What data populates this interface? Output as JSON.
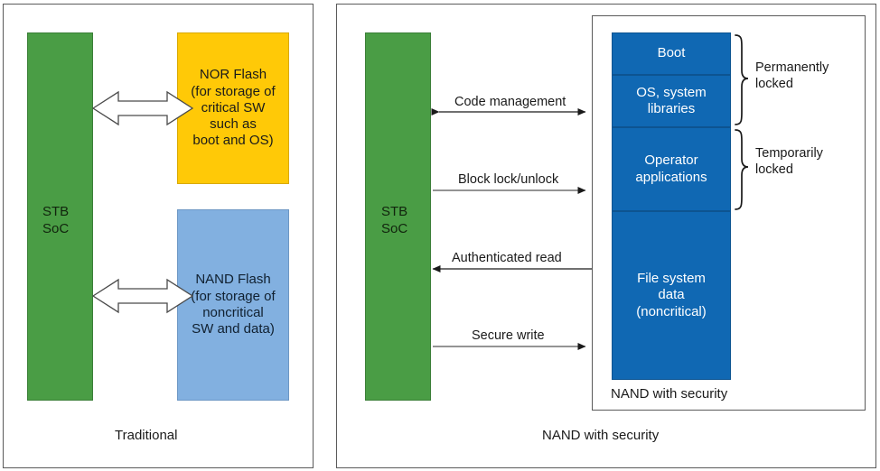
{
  "figure": {
    "panels": [
      {
        "id": "traditional",
        "caption": "Traditional",
        "blocks": [
          {
            "name": "stb-soc",
            "label": "STB\nSoC",
            "color": "#4a9d45"
          },
          {
            "name": "nor-flash",
            "label": "NOR Flash\n(for storage of\ncritical SW\nsuch as\nboot and OS)",
            "color": "#ffc907"
          },
          {
            "name": "nand-flash",
            "label": "NAND Flash\n(for storage of\nnoncritical\nSW and data)",
            "color": "#82b0e0"
          }
        ],
        "connections": [
          {
            "name": "soc-to-nor",
            "label": "",
            "direction": "both",
            "style": "hollow"
          },
          {
            "name": "soc-to-nand",
            "label": "",
            "direction": "both",
            "style": "hollow"
          }
        ]
      },
      {
        "id": "nand-with-security",
        "caption": "NAND with security",
        "container_caption": "NAND with security",
        "blocks": [
          {
            "name": "stb-soc",
            "label": "STB\nSoC",
            "color": "#4a9d45"
          },
          {
            "name": "boot",
            "label": "Boot",
            "color": "#1068b3"
          },
          {
            "name": "os-system-libraries",
            "label": "OS, system\nlibraries",
            "color": "#1068b3"
          },
          {
            "name": "operator-applications",
            "label": "Operator\napplications",
            "color": "#1068b3"
          },
          {
            "name": "file-system-data",
            "label": "File system\ndata\n(noncritical)",
            "color": "#1068b3"
          }
        ],
        "connections": [
          {
            "name": "code-management",
            "label": "Code management",
            "direction": "both",
            "style": "line"
          },
          {
            "name": "block-lock-unlock",
            "label": "Block lock/unlock",
            "direction": "right",
            "style": "line"
          },
          {
            "name": "authenticated-read",
            "label": "Authenticated read",
            "direction": "left",
            "style": "line"
          },
          {
            "name": "secure-write",
            "label": "Secure write",
            "direction": "right",
            "style": "line"
          }
        ],
        "brackets": [
          {
            "name": "permanently-locked",
            "label": "Permanently\nlocked",
            "covers": [
              "boot",
              "os-system-libraries"
            ]
          },
          {
            "name": "temporarily-locked",
            "label": "Temporarily\nlocked",
            "covers": [
              "operator-applications"
            ]
          }
        ]
      }
    ]
  },
  "colors": {
    "green": "#4a9d45",
    "yellow": "#ffc907",
    "light_blue": "#82b0e0",
    "dark_blue": "#1068b3",
    "border": "#5a5a5a",
    "text": "#1a1a1a"
  }
}
